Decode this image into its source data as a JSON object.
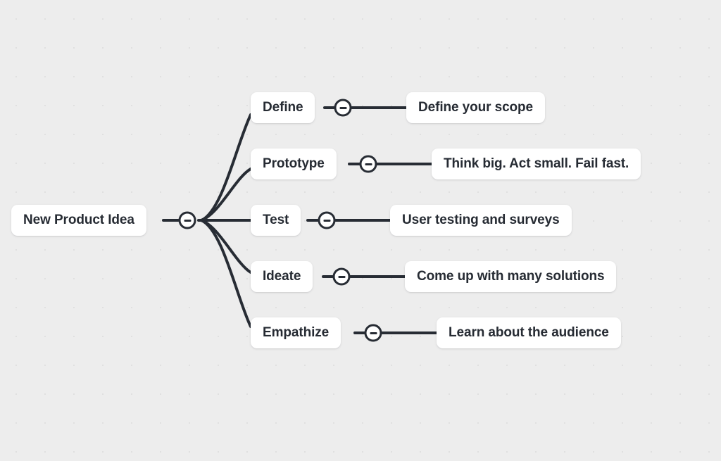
{
  "canvas": {
    "background_color": "#ededed",
    "dot_color": "#e0e0e0",
    "dot_spacing": 41
  },
  "theme": {
    "card_background": "#ffffff",
    "text_color": "#262b33",
    "edge_color": "#272c34",
    "toggle_fill": "#ffffff",
    "toggle_stroke": "#272c34"
  },
  "mindmap": {
    "root": {
      "label": "New Product Idea",
      "toggle_state": "expanded",
      "toggle_icon": "minus-icon"
    },
    "branches": [
      {
        "label": "Define",
        "toggle_state": "expanded",
        "toggle_icon": "minus-icon",
        "child": {
          "label": "Define your scope"
        }
      },
      {
        "label": "Prototype",
        "toggle_state": "expanded",
        "toggle_icon": "minus-icon",
        "child": {
          "label": "Think big. Act small. Fail fast."
        }
      },
      {
        "label": "Test",
        "toggle_state": "expanded",
        "toggle_icon": "minus-icon",
        "child": {
          "label": "User testing and surveys"
        }
      },
      {
        "label": "Ideate",
        "toggle_state": "expanded",
        "toggle_icon": "minus-icon",
        "child": {
          "label": "Come up with many solutions"
        }
      },
      {
        "label": "Empathize",
        "toggle_state": "expanded",
        "toggle_icon": "minus-icon",
        "child": {
          "label": "Learn about the audience"
        }
      }
    ]
  }
}
